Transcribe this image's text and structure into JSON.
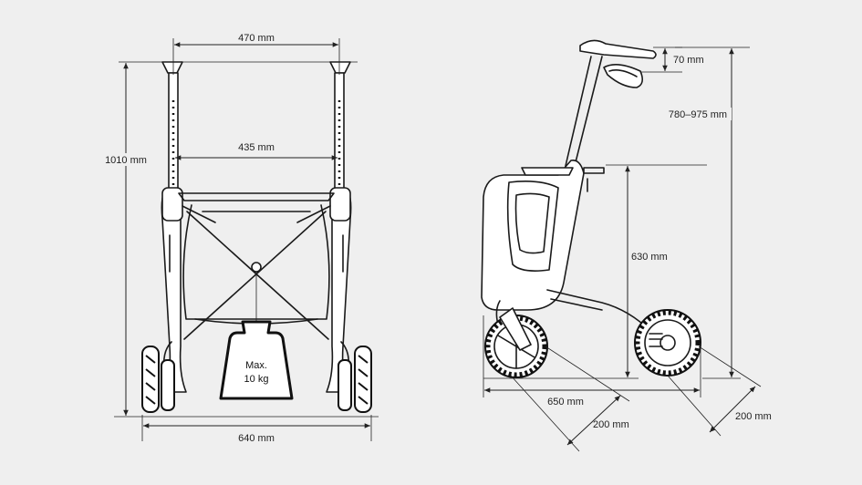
{
  "front_view": {
    "top_width": "470 mm",
    "handle_width": "435 mm",
    "height": "1010 mm",
    "base_width": "640 mm",
    "weight_label_line1": "Max.",
    "weight_label_line2": "10 kg"
  },
  "side_view": {
    "handle_grip_height": "70 mm",
    "handle_height_range": "780–975 mm",
    "seat_height": "630 mm",
    "length": "650 mm",
    "front_wheel_offset": "200 mm",
    "rear_wheel_offset": "200 mm"
  },
  "colors": {
    "background": "#efefef",
    "line": "#222222"
  }
}
